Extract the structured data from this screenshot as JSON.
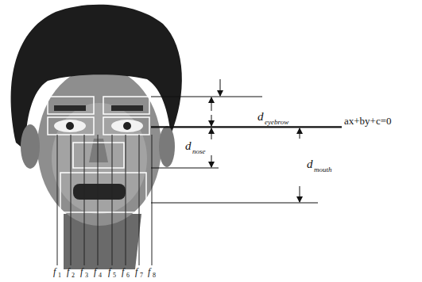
{
  "diagram": {
    "labels": [
      "ax+by+c=0",
      "d",
      "eyebrow",
      "d",
      "nose",
      "d",
      "mouth",
      "f",
      "1",
      "f",
      "2",
      "f",
      "3",
      "f",
      "4",
      "f",
      "5",
      "f",
      "6",
      "f",
      "7",
      "f",
      "8"
    ]
  }
}
